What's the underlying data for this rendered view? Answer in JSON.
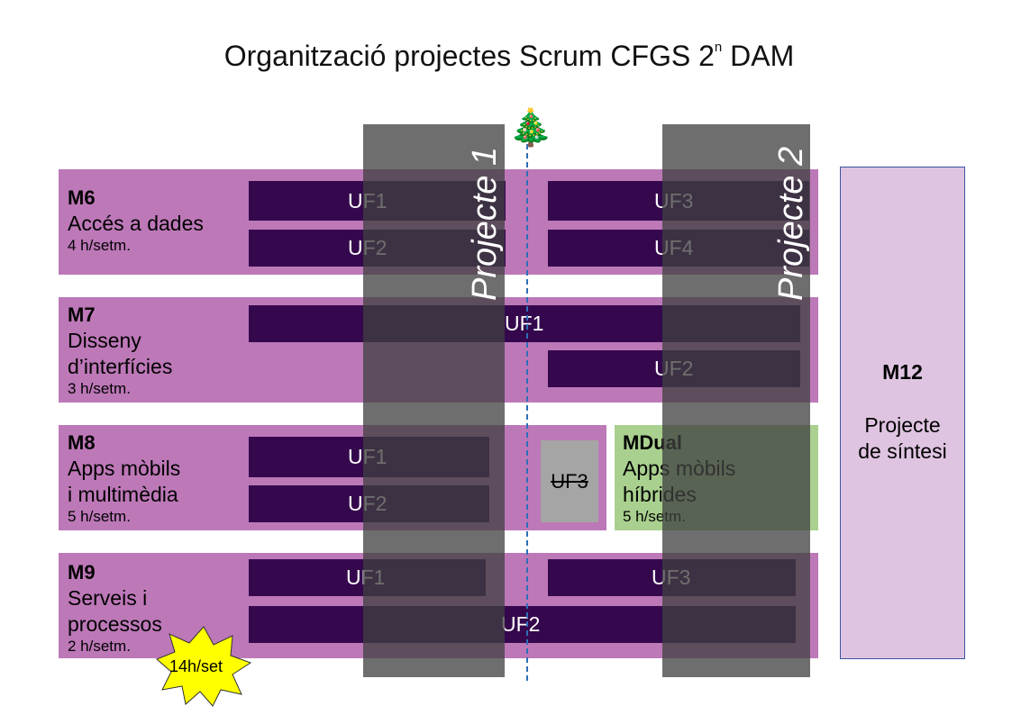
{
  "title": {
    "text": "Organització projectes Scrum CFGS 2",
    "superscript": "n",
    "suffix": " DAM"
  },
  "projects": [
    {
      "label": "Projecte 1"
    },
    {
      "label": "Projecte 2"
    }
  ],
  "christmas_marker": "🎄",
  "modules": {
    "m6": {
      "code": "M6",
      "name_lines": [
        "Accés a dades"
      ],
      "hours": "4 h/setm.",
      "ufs": [
        "UF1",
        "UF2",
        "UF3",
        "UF4"
      ]
    },
    "m7": {
      "code": "M7",
      "name_lines": [
        "Disseny",
        "d’interfícies"
      ],
      "hours": "3 h/setm.",
      "ufs": [
        "UF1",
        "UF2"
      ]
    },
    "m8": {
      "code": "M8",
      "name_lines": [
        "Apps mòbils",
        "i multimèdia"
      ],
      "hours": "5 h/setm.",
      "ufs": [
        "UF1",
        "UF2",
        "UF3"
      ]
    },
    "m9": {
      "code": "M9",
      "name_lines": [
        "Serveis i",
        "processos"
      ],
      "hours": "2 h/setm.",
      "ufs": [
        "UF1",
        "UF3",
        "UF2"
      ]
    }
  },
  "mdual": {
    "code": "MDual",
    "name_lines": [
      "Apps mòbils",
      "híbrides"
    ],
    "hours": "5 h/setm."
  },
  "m12": {
    "code": "M12",
    "name_lines": [
      "Projecte",
      "de síntesi"
    ]
  },
  "badge": {
    "text": "14h/set"
  },
  "colors": {
    "module": "#bd78b8",
    "uf": "#35084e",
    "project_column": "#404040",
    "mdual": "#a9d08e",
    "m12": "#dfc4e1",
    "badge": "#ffff00",
    "dashed_line": "#2e6fb8"
  }
}
